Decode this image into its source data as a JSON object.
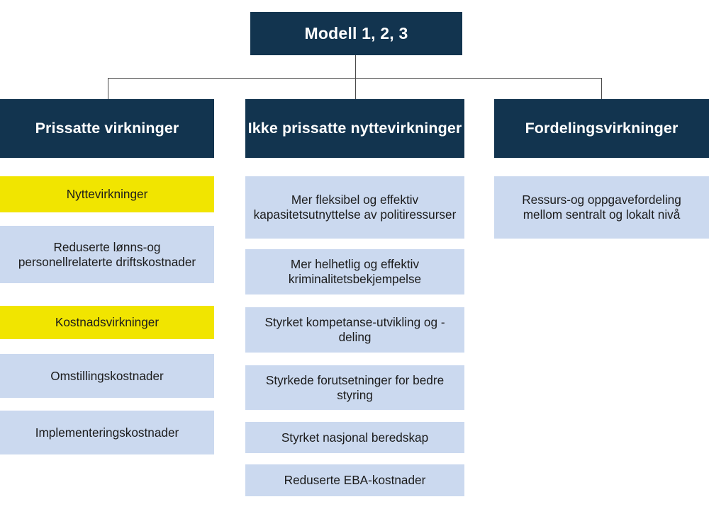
{
  "diagram": {
    "type": "org-tree",
    "title": "Modell 1, 2, 3",
    "colors": {
      "navy": "#12344f",
      "light_blue": "#cbd9ef",
      "yellow": "#f1e500",
      "connector": "#4a4a4a",
      "background": "#ffffff",
      "header_text": "#ffffff",
      "leaf_text": "#1b1b1b"
    },
    "root": {
      "label": "Modell 1, 2, 3"
    },
    "branches": [
      {
        "id": "prissatte-virkninger",
        "header": "Prissatte virkninger",
        "items": [
          {
            "label": "Nyttevirkninger",
            "style": "yellow"
          },
          {
            "label": "Reduserte lønns-og personellrelaterte driftskostnader",
            "style": "blue"
          },
          {
            "label": "Kostnadsvirkninger",
            "style": "yellow"
          },
          {
            "label": "Omstillingskostnader",
            "style": "blue"
          },
          {
            "label": "Implementeringskostnader",
            "style": "blue"
          }
        ]
      },
      {
        "id": "ikke-prissatte-nyttevirkninger",
        "header": "Ikke prissatte nyttevirkninger",
        "items": [
          {
            "label": "Mer fleksibel og effektiv kapasitetsutnyttelse av politiressurser",
            "style": "blue"
          },
          {
            "label": "Mer helhetlig og effektiv kriminalitetsbekjempelse",
            "style": "blue"
          },
          {
            "label": "Styrket kompetanse-utvikling og -deling",
            "style": "blue"
          },
          {
            "label": "Styrkede forutsetninger for bedre styring",
            "style": "blue"
          },
          {
            "label": "Styrket nasjonal beredskap",
            "style": "blue"
          },
          {
            "label": "Reduserte EBA-kostnader",
            "style": "blue"
          }
        ]
      },
      {
        "id": "fordelingsvirkninger",
        "header": "Fordelingsvirkninger",
        "items": [
          {
            "label": "Ressurs-og oppgavefordeling mellom sentralt og lokalt nivå",
            "style": "blue"
          }
        ]
      }
    ]
  }
}
